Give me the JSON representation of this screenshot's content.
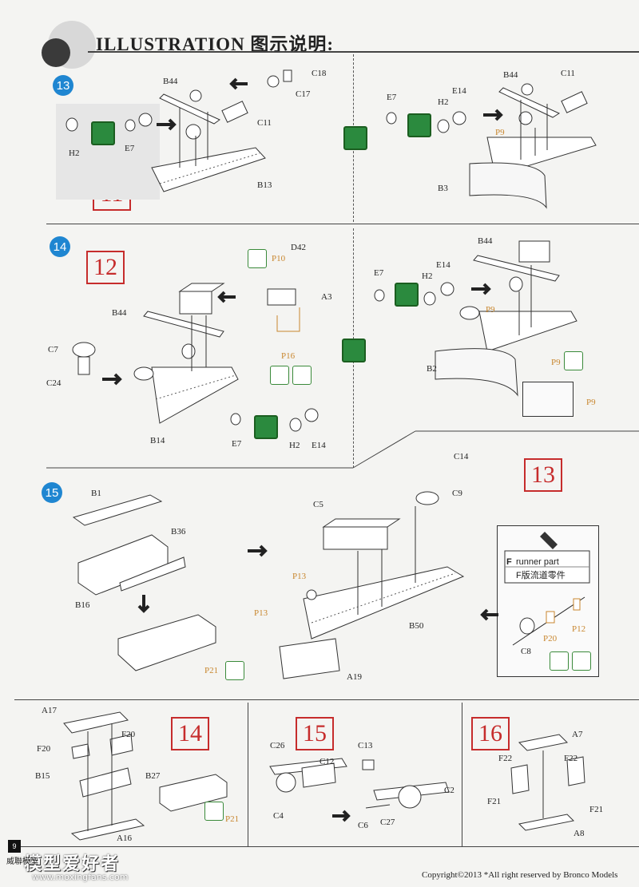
{
  "header": {
    "title": "ILLUSTRATION 图示说明:"
  },
  "steps": [
    {
      "id": "13",
      "page_ref": "11"
    },
    {
      "id": "14",
      "page_ref": "12"
    },
    {
      "id": "15",
      "page_ref": "13"
    },
    {
      "id": "",
      "page_ref": "14"
    },
    {
      "id": "",
      "page_ref": "15"
    },
    {
      "id": "",
      "page_ref": "16"
    }
  ],
  "labels": {
    "s13l": [
      "B44",
      "C18",
      "C17",
      "C11",
      "H2",
      "E7",
      "B13"
    ],
    "s13r": [
      "B44",
      "C11",
      "E7",
      "E14",
      "H2",
      "P9",
      "B3"
    ],
    "s14l": [
      "D42",
      "P10",
      "A3",
      "B44",
      "C7",
      "C24",
      "P16",
      "B14",
      "E7",
      "H2",
      "E14"
    ],
    "s14r": [
      "B44",
      "E7",
      "E14",
      "H2",
      "P9",
      "B2",
      "P9",
      "P9"
    ],
    "s15": [
      "B1",
      "B36",
      "B16",
      "P21",
      "C14",
      "C5",
      "C9",
      "P13",
      "P13",
      "B50",
      "A19",
      "P20",
      "P12",
      "C8"
    ],
    "s_14box": [
      "A17",
      "F20",
      "F20",
      "B15",
      "B27",
      "P21",
      "A16"
    ],
    "s_15box": [
      "C26",
      "C12",
      "C13",
      "C4",
      "C2",
      "C6",
      "C27"
    ],
    "s_16box": [
      "A7",
      "F22",
      "F22",
      "F21",
      "F21",
      "A8"
    ]
  },
  "inset": {
    "line1": "runner part",
    "line2": "F版流道零件",
    "letter": "F"
  },
  "footer": {
    "copyright": "Copyright©2013  *All right reserved by Bronco Models",
    "page_number": "9",
    "watermark_cn": "模型爱好者",
    "watermark_url": "www.moxingfans.com",
    "watermark_small": "威聯模型"
  },
  "colors": {
    "badge": "#1f86d1",
    "pageref_red": "#c62c2c",
    "part_orange": "#c8862e",
    "icon_green": "#2b8a3e"
  }
}
